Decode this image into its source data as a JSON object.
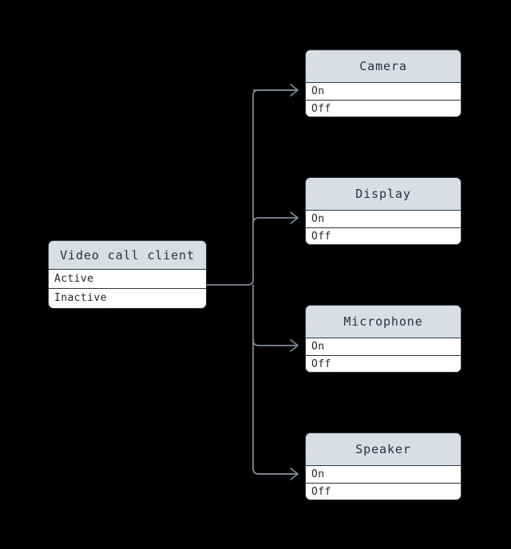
{
  "diagram": {
    "type": "state-machine-diagram",
    "background_color": "#000000",
    "node_border_color": "#2b3945",
    "node_header_color": "#d9dee3",
    "node_body_color": "#ffffff",
    "edge_color": "#7d8a96",
    "source_node": {
      "id": "video-call-client",
      "title": "Video call client",
      "states": [
        "Active",
        "Inactive"
      ]
    },
    "target_nodes": [
      {
        "id": "camera",
        "title": "Camera",
        "states": [
          "On",
          "Off"
        ]
      },
      {
        "id": "display",
        "title": "Display",
        "states": [
          "On",
          "Off"
        ]
      },
      {
        "id": "microphone",
        "title": "Microphone",
        "states": [
          "On",
          "Off"
        ]
      },
      {
        "id": "speaker",
        "title": "Speaker",
        "states": [
          "On",
          "Off"
        ]
      }
    ],
    "edges": [
      {
        "from": "video-call-client",
        "to": "camera",
        "arrow": "open-chevron"
      },
      {
        "from": "video-call-client",
        "to": "display",
        "arrow": "open-chevron"
      },
      {
        "from": "video-call-client",
        "to": "microphone",
        "arrow": "open-chevron"
      },
      {
        "from": "video-call-client",
        "to": "speaker",
        "arrow": "open-chevron"
      }
    ]
  }
}
